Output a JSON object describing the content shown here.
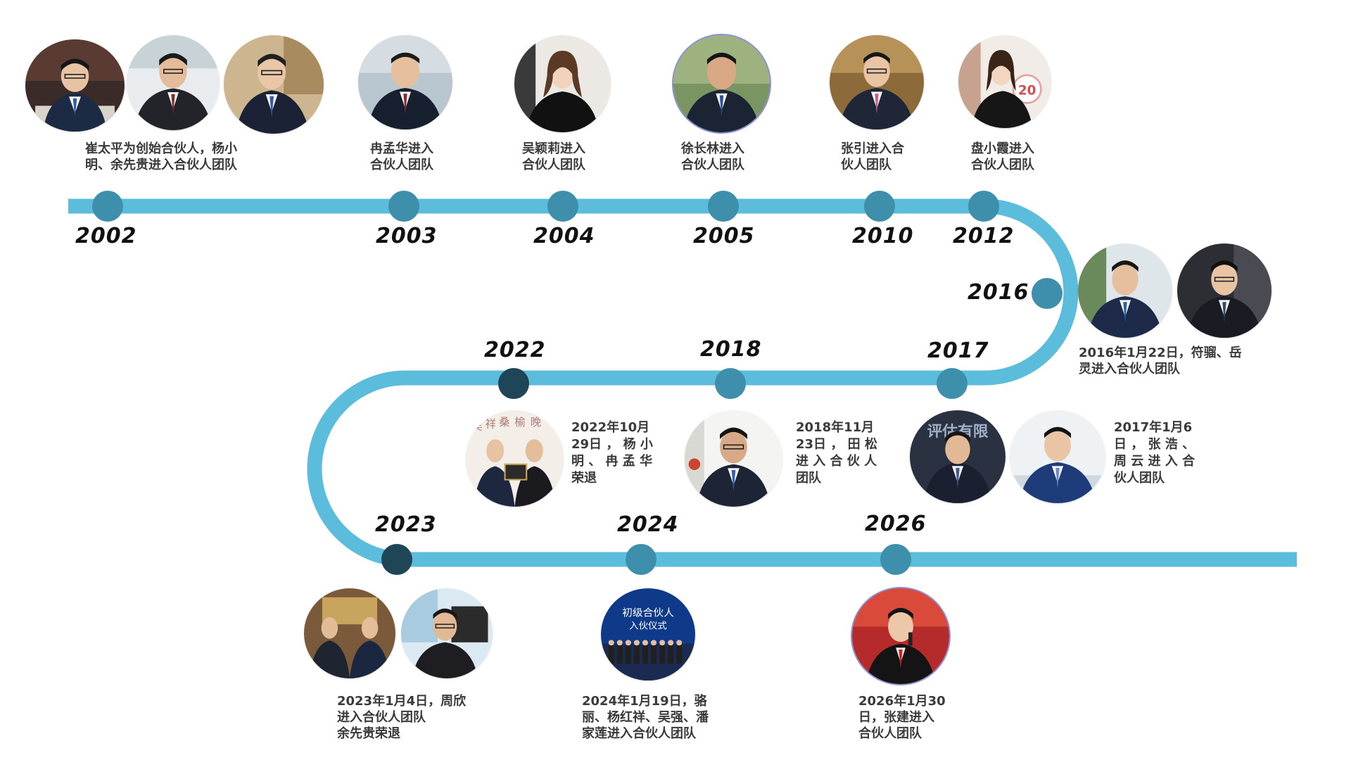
{
  "colors": {
    "line": "#5bbcdb",
    "node": "#3e8fac",
    "node_dark": "#1f4656"
  },
  "years": {
    "y2002": "2002",
    "y2003": "2003",
    "y2004": "2004",
    "y2005": "2005",
    "y2010": "2010",
    "y2012": "2012",
    "y2016": "2016",
    "y2017": "2017",
    "y2018": "2018",
    "y2022": "2022",
    "y2023": "2023",
    "y2024": "2024",
    "y2026": "2026"
  },
  "captions": {
    "c2002": [
      "崔太平为创始合伙人，杨小",
      "明、余先贵进入合伙人团队"
    ],
    "c2003": [
      "冉孟华进入",
      "合伙人团队"
    ],
    "c2004": [
      "吴颖莉进入",
      "合伙人团队"
    ],
    "c2005": [
      "徐长林进入",
      "合伙人团队"
    ],
    "c2010": [
      "张引进入合",
      "伙人团队"
    ],
    "c2012": [
      "盘小霞进入",
      "合伙人团队"
    ],
    "c2016": [
      "2016年1月22日，符骝、岳",
      "灵进入合伙人团队"
    ],
    "c2017": [
      "2017年1月6",
      "日 ， 张 浩 、",
      "周 云 进 入 合",
      "伙人团队"
    ],
    "c2018": [
      "2018年11月",
      "23日 ， 田 松",
      "进 入 合 伙 人",
      "团队"
    ],
    "c2022": [
      "2022年10月",
      "29日 ， 杨 小",
      "明 、 冉 孟 华",
      "荣退"
    ],
    "c2023": [
      "2023年1月4日，周欣",
      "进入合伙人团队",
      "余先贵荣退"
    ],
    "c2024": [
      "2024年1月19日，骆",
      "丽、杨红祥、吴强、潘",
      "家莲进入合伙人团队"
    ],
    "c2026": [
      "2026年1月30",
      "日，张建进入",
      "合伙人团队"
    ]
  },
  "photo_texts": {
    "plaque": [
      "吴",
      "祥",
      "桑",
      "榆",
      "晚"
    ],
    "banner_line1": "初级合伙人",
    "banner_line2": "入伙仪式",
    "sign_text": "评估有限",
    "badge_number": "20"
  }
}
